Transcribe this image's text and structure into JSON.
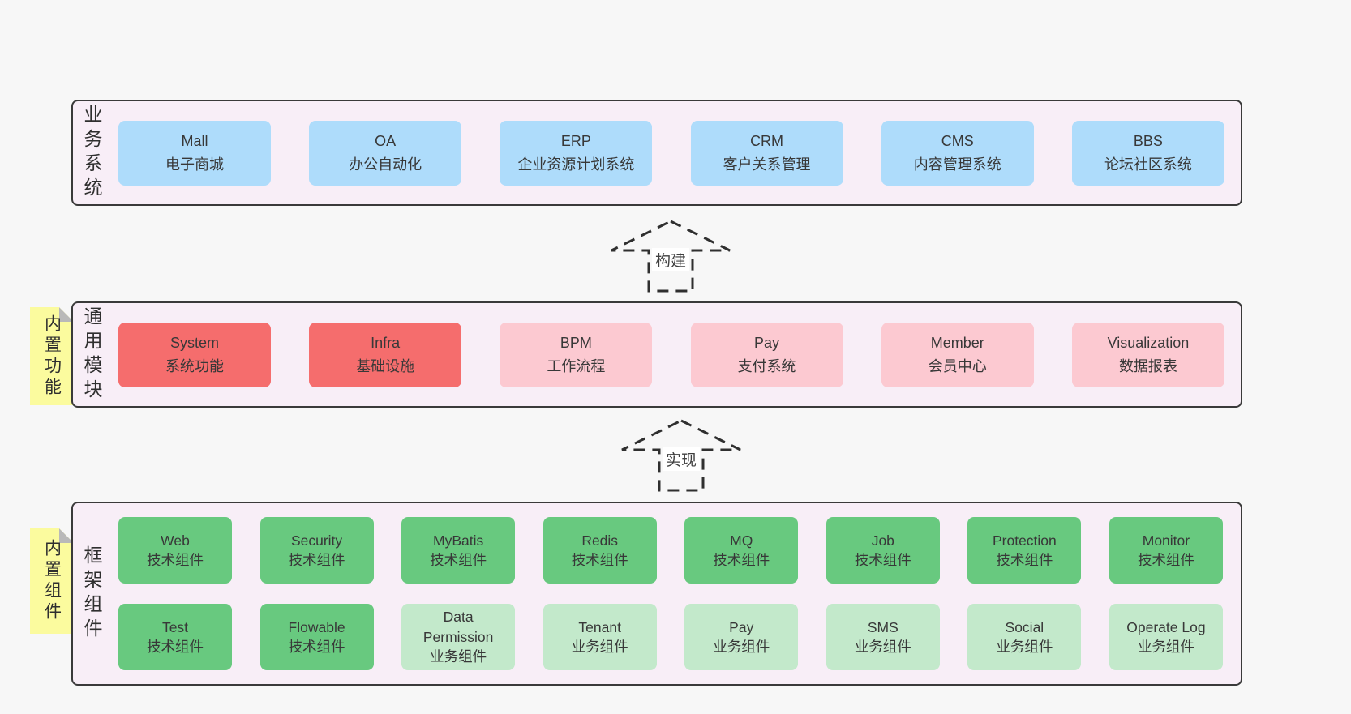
{
  "palette": {
    "page_bg": "#f7f7f7",
    "container_bg": "#f8eef7",
    "container_border": "#3a3a3a",
    "blue_box": "#aedcfb",
    "red_box": "#f56d6d",
    "pink_box": "#fcc9d1",
    "green_dark_box": "#68c97f",
    "green_light_box": "#c3e9cb",
    "sticky_yellow": "#fbfb9e",
    "fold_gray": "#b9b9b9",
    "text": "#383838"
  },
  "arrows": [
    {
      "label": "构建"
    },
    {
      "label": "实现"
    }
  ],
  "sections": [
    {
      "label": "业务系统",
      "boxes": [
        {
          "title": "Mall",
          "subtitle": "电子商城",
          "variant": "blue"
        },
        {
          "title": "OA",
          "subtitle": "办公自动化",
          "variant": "blue"
        },
        {
          "title": "ERP",
          "subtitle": "企业资源计划系统",
          "variant": "blue"
        },
        {
          "title": "CRM",
          "subtitle": "客户关系管理",
          "variant": "blue"
        },
        {
          "title": "CMS",
          "subtitle": "内容管理系统",
          "variant": "blue"
        },
        {
          "title": "BBS",
          "subtitle": "论坛社区系统",
          "variant": "blue"
        }
      ]
    },
    {
      "label": "通用模块",
      "sticky": "内置功能",
      "boxes": [
        {
          "title": "System",
          "subtitle": "系统功能",
          "variant": "red"
        },
        {
          "title": "Infra",
          "subtitle": "基础设施",
          "variant": "red"
        },
        {
          "title": "BPM",
          "subtitle": "工作流程",
          "variant": "pink"
        },
        {
          "title": "Pay",
          "subtitle": "支付系统",
          "variant": "pink"
        },
        {
          "title": "Member",
          "subtitle": "会员中心",
          "variant": "pink"
        },
        {
          "title": "Visualization",
          "subtitle": "数据报表",
          "variant": "pink"
        }
      ]
    },
    {
      "label": "框架组件",
      "sticky": "内置组件",
      "rows": [
        [
          {
            "title": "Web",
            "subtitle": "技术组件",
            "variant": "green-dark"
          },
          {
            "title": "Security",
            "subtitle": "技术组件",
            "variant": "green-dark"
          },
          {
            "title": "MyBatis",
            "subtitle": "技术组件",
            "variant": "green-dark"
          },
          {
            "title": "Redis",
            "subtitle": "技术组件",
            "variant": "green-dark"
          },
          {
            "title": "MQ",
            "subtitle": "技术组件",
            "variant": "green-dark"
          },
          {
            "title": "Job",
            "subtitle": "技术组件",
            "variant": "green-dark"
          },
          {
            "title": "Protection",
            "subtitle": "技术组件",
            "variant": "green-dark"
          },
          {
            "title": "Monitor",
            "subtitle": "技术组件",
            "variant": "green-dark"
          }
        ],
        [
          {
            "title": "Test",
            "subtitle": "技术组件",
            "variant": "green-dark"
          },
          {
            "title": "Flowable",
            "subtitle": "技术组件",
            "variant": "green-dark"
          },
          {
            "title": "Data Permission",
            "subtitle": "业务组件",
            "variant": "green-light"
          },
          {
            "title": "Tenant",
            "subtitle": "业务组件",
            "variant": "green-light"
          },
          {
            "title": "Pay",
            "subtitle": "业务组件",
            "variant": "green-light"
          },
          {
            "title": "SMS",
            "subtitle": "业务组件",
            "variant": "green-light"
          },
          {
            "title": "Social",
            "subtitle": "业务组件",
            "variant": "green-light"
          },
          {
            "title": "Operate Log",
            "subtitle": "业务组件",
            "variant": "green-light"
          }
        ]
      ]
    }
  ]
}
